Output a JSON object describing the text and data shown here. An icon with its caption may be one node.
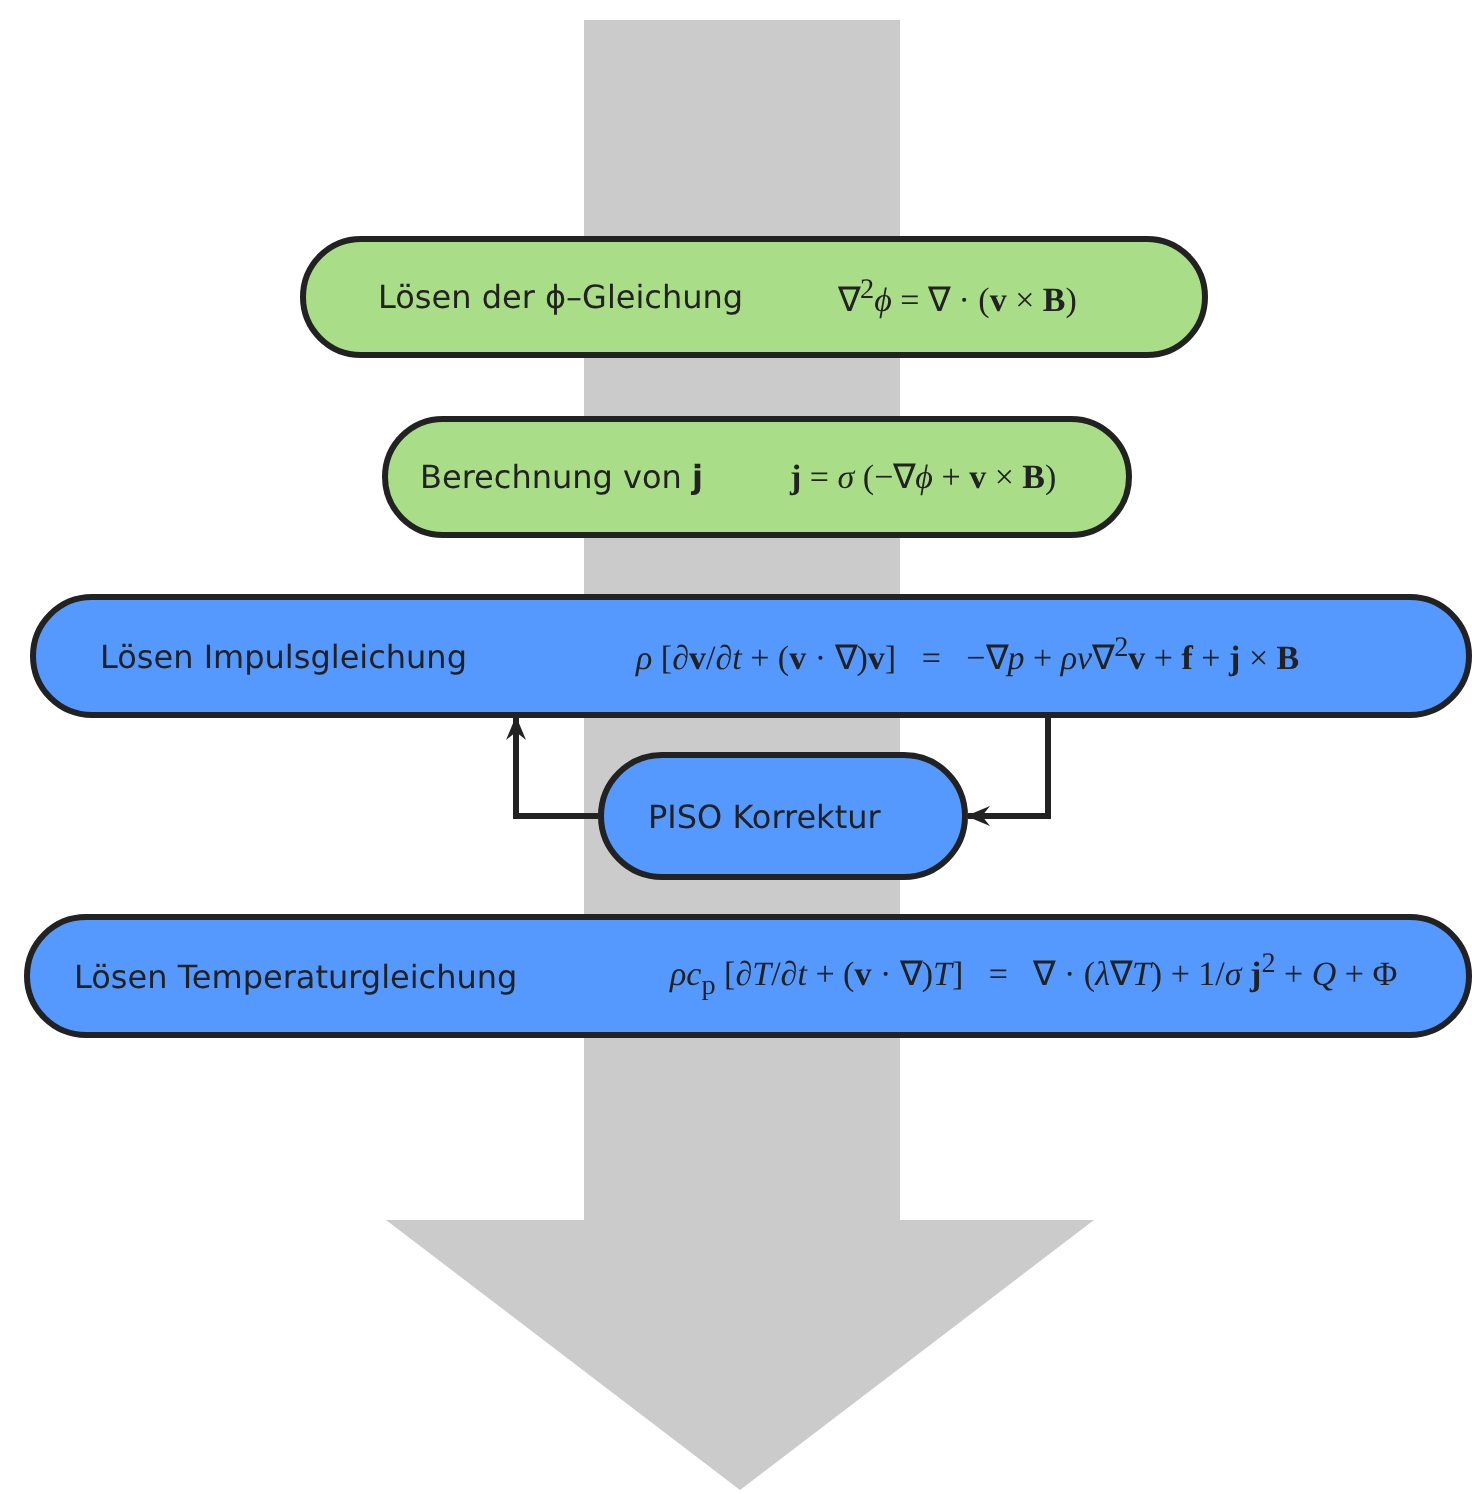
{
  "diagram": {
    "nodes": [
      {
        "text": [
          "Lösen der ϕ–Gleichung",
          "∇$^{2}$*ϕ* = ∇ · (**v** × **B**)"
        ]
      },
      {
        "text": [
          "Berechnung von **j**",
          "**j** = *σ* (−∇*ϕ* + **v** × **B**)"
        ]
      },
      {
        "text": [
          "Lösen Impulsgleichung",
          "*ρ* [∂**v**/∂*t* + (**v** · ∇)**v**]   =   −∇*p* + *ρν*∇$^{2}$**v** + **f** + **j** × **B**"
        ]
      },
      {
        "text": [
          "PISO Korrektur"
        ]
      },
      {
        "text": [
          "Lösen Temperaturgleichung",
          "*ρc*$_{p}$ [∂*T*/∂*t* + (**v** · ∇)*T*]   =   ∇ · (*λ*∇*T*) + 1/*σ* **j**$^{2}$ + *Q* + Φ"
        ]
      }
    ],
    "edges": [
      {
        "from": 2,
        "to": 3,
        "arrow": "to"
      },
      {
        "from": 3,
        "to": 2,
        "arrow": "to"
      }
    ]
  }
}
